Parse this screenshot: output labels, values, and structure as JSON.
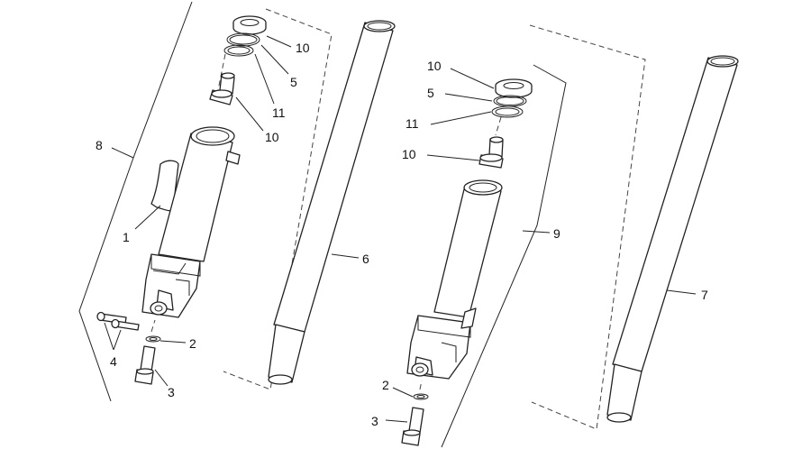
{
  "callouts": {
    "left_1": "1",
    "left_2": "2",
    "left_3": "3",
    "left_4": "4",
    "left_5": "5",
    "left_6": "6",
    "left_8": "8",
    "left_10a": "10",
    "left_10b": "10",
    "left_11": "11",
    "right_2": "2",
    "right_3": "3",
    "right_5": "5",
    "right_7": "7",
    "right_9": "9",
    "right_10a": "10",
    "right_10b": "10",
    "right_11": "11"
  }
}
